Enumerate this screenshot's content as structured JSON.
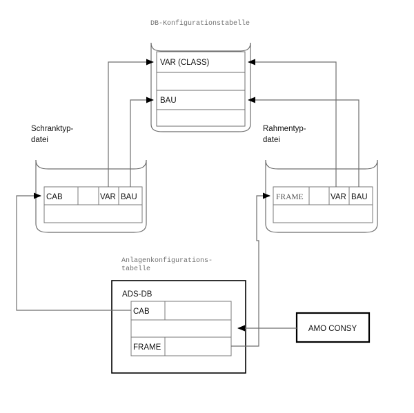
{
  "diagram": {
    "title_db": "DB-Konfigurationstabelle",
    "title_cabfile": "Schranktyp-\ndatei",
    "title_cabfile_l1": "Schranktyp-",
    "title_cabfile_l2": "datei",
    "title_framefile_l1": "Rahmentyp-",
    "title_framefile_l2": "datei",
    "title_plant_l1": "Anlagenkonfigurations-",
    "title_plant_l2": "tabelle"
  },
  "db_table": {
    "name": "DB-Konfigurationstabelle",
    "rows": [
      {
        "label": "VAR (CLASS)",
        "has_inbound_left": true,
        "has_inbound_right": true
      },
      {
        "label": "",
        "has_inbound_left": false,
        "has_inbound_right": false
      },
      {
        "label": "BAU",
        "has_inbound_left": true,
        "has_inbound_right": true
      },
      {
        "label": "",
        "has_inbound_left": false,
        "has_inbound_right": false
      }
    ]
  },
  "cab_file": {
    "name": "Schranktyp-datei",
    "columns": [
      "CAB",
      "",
      "VAR",
      "BAU"
    ],
    "row2": [
      "",
      "",
      "",
      ""
    ]
  },
  "frame_file": {
    "name": "Rahmentyp-datei",
    "columns": [
      "FRAME",
      "",
      "VAR",
      "BAU"
    ],
    "row2": [
      "",
      "",
      "",
      ""
    ]
  },
  "plant_table": {
    "name": "Anlagenkonfigurationstabelle",
    "box_label": "ADS-DB",
    "rows": [
      {
        "key": "CAB",
        "value": ""
      },
      {
        "key": "",
        "value": ""
      },
      {
        "key": "FRAME",
        "value": ""
      }
    ]
  },
  "external_system": {
    "label": "AMO CONSY"
  },
  "colors": {
    "line": "#6e6e6e",
    "heavy": "#000000",
    "caption": "#6f6f6f",
    "background": "#ffffff"
  }
}
